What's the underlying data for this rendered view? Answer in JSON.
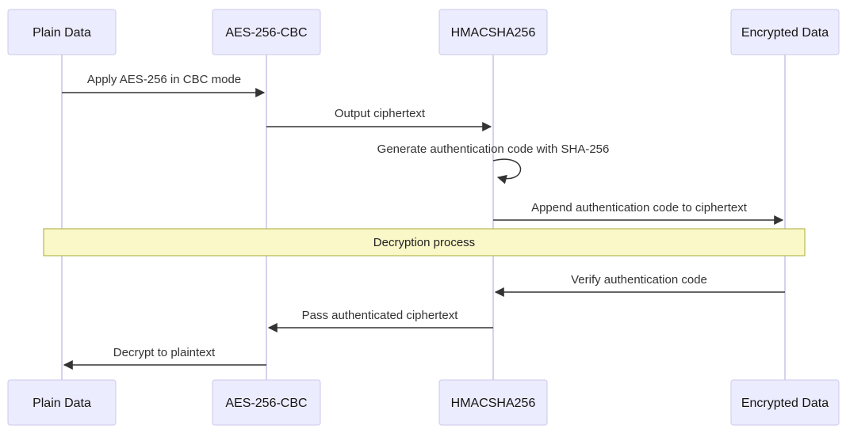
{
  "diagram": {
    "type": "sequence-diagram",
    "actors": [
      {
        "label": "Plain Data"
      },
      {
        "label": "AES-256-CBC"
      },
      {
        "label": "HMACSHA256"
      },
      {
        "label": "Encrypted Data"
      }
    ],
    "messages": [
      {
        "from": "Plain Data",
        "to": "AES-256-CBC",
        "label": "Apply AES-256 in CBC mode",
        "direction": "right"
      },
      {
        "from": "AES-256-CBC",
        "to": "HMACSHA256",
        "label": "Output ciphertext",
        "direction": "right"
      },
      {
        "from": "HMACSHA256",
        "to": "HMACSHA256",
        "label": "Generate authentication code with SHA-256",
        "direction": "self"
      },
      {
        "from": "HMACSHA256",
        "to": "Encrypted Data",
        "label": "Append authentication code to ciphertext",
        "direction": "right"
      },
      {
        "from": "Encrypted Data",
        "to": "HMACSHA256",
        "label": "Verify authentication code",
        "direction": "left"
      },
      {
        "from": "HMACSHA256",
        "to": "AES-256-CBC",
        "label": "Pass authenticated ciphertext",
        "direction": "left"
      },
      {
        "from": "AES-256-CBC",
        "to": "Plain Data",
        "label": "Decrypt to plaintext",
        "direction": "left"
      }
    ],
    "banner": {
      "label": "Decryption process"
    },
    "colors": {
      "actor_fill": "#ECECFF",
      "actor_border": "#CCC9EA",
      "lifeline": "#D6D2EC",
      "message": "#333333",
      "banner_fill": "#FAF8C8",
      "banner_border": "#AAAA33"
    }
  }
}
